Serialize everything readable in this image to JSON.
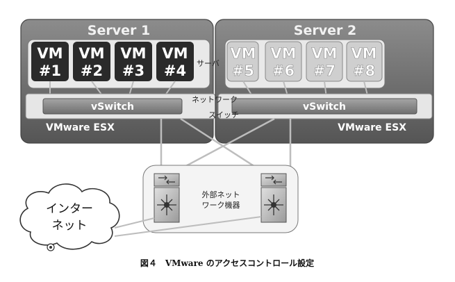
{
  "servers": [
    {
      "title": "Server 1",
      "esx_label": "VMware ESX",
      "vswitch_label": "vSwitch",
      "vms": [
        {
          "top": "VM",
          "num": "#1"
        },
        {
          "top": "VM",
          "num": "#2"
        },
        {
          "top": "VM",
          "num": "#3"
        },
        {
          "top": "VM",
          "num": "#4"
        }
      ]
    },
    {
      "title": "Server 2",
      "esx_label": "VMware ESX",
      "vswitch_label": "vSwitch",
      "vms": [
        {
          "top": "VM",
          "num": "#5"
        },
        {
          "top": "VM",
          "num": "#6"
        },
        {
          "top": "VM",
          "num": "#7"
        },
        {
          "top": "VM",
          "num": "#8"
        }
      ]
    }
  ],
  "labels": {
    "server": "サーバ",
    "network_line1": "ネットワーク",
    "network_line2": "スイッチ",
    "external_line1": "外部ネット",
    "external_line2": "ワーク機器",
    "internet_line1": "インター",
    "internet_line2": "ネット"
  },
  "caption": "図４　VMware のアクセスコントロール設定",
  "colors": {
    "server_box": "#6b6b6b",
    "vm_dark": "#2a2a2a",
    "vm_light": "#cfcfcf",
    "vswitch": "#8a8a8a",
    "cable": "#bdbdbd"
  }
}
